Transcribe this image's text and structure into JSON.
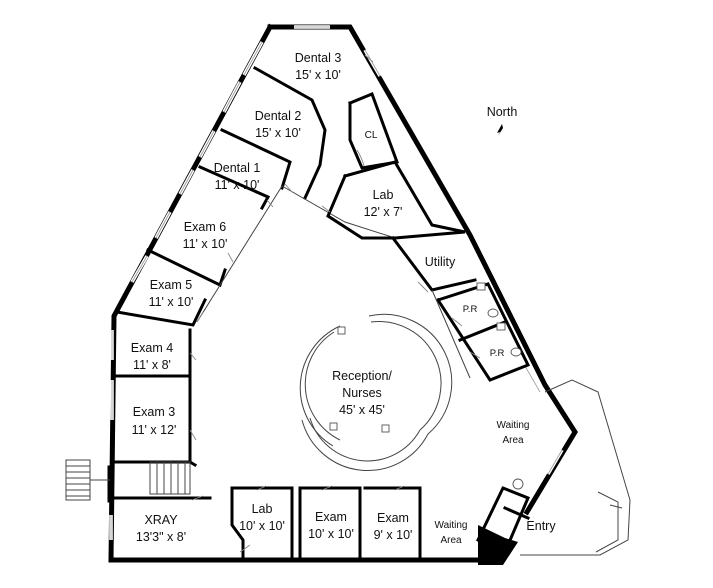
{
  "compass": {
    "label": "North"
  },
  "rooms": {
    "dental3": {
      "name": "Dental 3",
      "size": "15' x 10'"
    },
    "dental2": {
      "name": "Dental 2",
      "size": "15' x 10'"
    },
    "dental1": {
      "name": "Dental 1",
      "size": "11' x 10'"
    },
    "cl": {
      "name": "CL"
    },
    "lab_top": {
      "name": "Lab",
      "size": "12' x 7'"
    },
    "exam6": {
      "name": "Exam 6",
      "size": "11' x 10'"
    },
    "exam5": {
      "name": "Exam 5",
      "size": "11' x 10'"
    },
    "exam4": {
      "name": "Exam 4",
      "size": "11' x 8'"
    },
    "exam3": {
      "name": "Exam 3",
      "size": "11' x 12'"
    },
    "utility": {
      "name": "Utility"
    },
    "pr1": {
      "name": "P.R"
    },
    "pr2": {
      "name": "P.R"
    },
    "reception": {
      "line1": "Reception/",
      "line2": "Nurses",
      "size": "45' x 45'"
    },
    "waiting_right": {
      "line1": "Waiting",
      "line2": "Area"
    },
    "xray": {
      "name": "XRAY",
      "size": "13'3\" x 8'"
    },
    "lab_bottom": {
      "name": "Lab",
      "size": "10' x 10'"
    },
    "exam_a": {
      "name": "Exam",
      "size": "10' x 10'"
    },
    "exam_b": {
      "name": "Exam",
      "size": "9' x 10'"
    },
    "waiting_bottom": {
      "line1": "Waiting",
      "line2": "Area"
    },
    "entry": {
      "name": "Entry"
    }
  }
}
